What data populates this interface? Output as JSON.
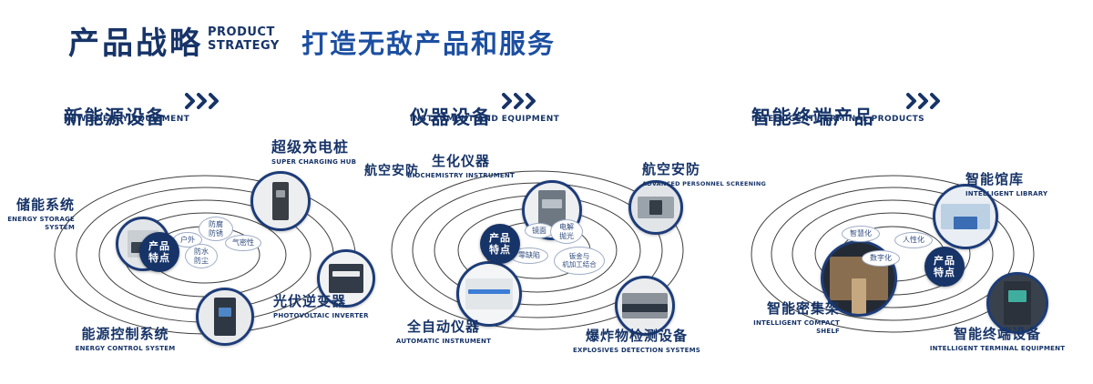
{
  "header": {
    "title_cn": "产品战略",
    "title_en_line1": "PRODUCT",
    "title_en_line2": "STRATEGY",
    "slogan": "打造无敌产品和服务"
  },
  "colors": {
    "navy": "#173468",
    "slogan_blue": "#1c4fa1",
    "orbit_line": "#3f3f3f",
    "badge_bg": "#173468",
    "bubble_border": "#9fadc4"
  },
  "sections": [
    {
      "title_cn": "新能源设备",
      "title_en": "NEW ENERGY EQUIPMENT",
      "badge": "产品\n特点",
      "features": [
        "户外",
        "防腐\n防锈",
        "气密性",
        "防水\n防尘"
      ],
      "items": [
        {
          "cn": "储能系统",
          "en": "ENERGY STORAGE\nSYSTEM",
          "photo": "--bg:#e3e6e9;--fg:#c9ced3;--fgw:34px;--fgh:30px;--ac:#39434f;--acw:26px;--ach:12px;--acy:46%"
        },
        {
          "cn": "超级充电桩",
          "en": "SUPER CHARGING HUB",
          "photo": "--bg:#eceeef;--fg:#3a3f46;--fgw:18px;--fgh:42px;--ac:#9aa0a6;--acw:10px;--ach:8px;--acy:30%"
        },
        {
          "cn": "光伏逆变器",
          "en": "PHOTOVOLTAIC INVERTER",
          "photo": "--bg:#f1f2f3;--fg:#333b48;--fgw:38px;--fgh:32px;--ac:#e9ebec;--acw:30px;--ach:6px;--acy:36%"
        },
        {
          "cn": "能源控制系统",
          "en": "ENERGY CONTROL SYSTEM",
          "photo": "--bg:#e8eaec;--fg:#2e3744;--fgw:24px;--fgh:42px;--ac:#4f86c6;--acw:14px;--ach:10px;--acy:32%"
        }
      ]
    },
    {
      "title_cn": "仪器设备",
      "title_en": "INSTRUMENT AND EQUIPMENT",
      "badge": "产品\n特点",
      "extra_label": "航空安防",
      "features": [
        "镜面",
        "电解\n抛光",
        "零缺陷",
        "钣金与\n机加工结合"
      ],
      "items": [
        {
          "cn": "生化仪器",
          "en": "BIOCHEMISTRY INSTRUMENT",
          "photo": "--bg:#edeff1;--fg:#6e7883;--fgw:30px;--fgh:44px;--ac:#b9c0c7;--acw:22px;--ach:10px;--acy:30%"
        },
        {
          "cn": "航空安防",
          "en": "ADVANCED PERSONNEL SCREENING",
          "photo": "--bg:#e2e5e8;--fg:#9aa2aa;--fgw:40px;--fgh:24px;--ac:#343c46;--acw:14px;--ach:16px;--acy:36%"
        },
        {
          "cn": "全自动仪器",
          "en": "AUTOMATIC INSTRUMENT",
          "photo": "--bg:#f3f5f6;--fg:#e2e6e9;--fgw:52px;--fgh:34px;--ac:#3c7ed6;--acw:46px;--ach:5px;--acy:42%"
        },
        {
          "cn": "爆炸物检测设备",
          "en": "EXPLOSIVES DETECTION SYSTEMS",
          "photo": "--bg:#eaecee;--fg:#8a9199;--fgw:50px;--fgh:28px;--ac:#2d3643;--acw:50px;--ach:9px;--acy:46%"
        }
      ]
    },
    {
      "title_cn": "智能终端产品",
      "title_en": "INTELLIGENT TERMINAL PRODUCTS",
      "badge": "产品\n特点",
      "features": [
        "智慧化",
        "人性化",
        "数字化"
      ],
      "items": [
        {
          "cn": "智能馆库",
          "en": "INTELLIGENT LIBRARY",
          "photo": "--bg:#e9eef4;--fg:#bcd0e4;--fgw:54px;--fgh:28px;--ac:#3b6db4;--acw:26px;--ach:14px;--acy:50%"
        },
        {
          "cn": "智能密集架",
          "en": "INTELLIGENT COMPACT\nSHELF",
          "photo": "--bg:#242a33;--fg:#8a6e50;--fgw:64px;--fgh:48px;--ac:#c5a87f;--acw:16px;--ach:48px;--acy:50%"
        },
        {
          "cn": "智能终端设备",
          "en": "INTELLIGENT TERMINAL EQUIPMENT",
          "photo": "--bg:#39414c;--fg:#2b323c;--fgw:30px;--fgh:48px;--ac:#3fae9e;--acw:20px;--ach:13px;--acy:28%"
        }
      ]
    }
  ]
}
